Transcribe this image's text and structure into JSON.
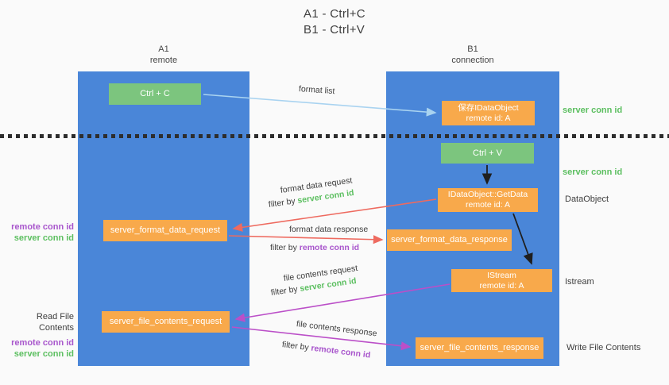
{
  "title": {
    "line1": "A1 - Ctrl+C",
    "line2": "B1 - Ctrl+V"
  },
  "columns": {
    "left": {
      "name": "A1",
      "role": "remote"
    },
    "right": {
      "name": "B1",
      "role": "connection"
    }
  },
  "nodes": {
    "ctrl_c": "Ctrl + C",
    "ctrl_v": "Ctrl + V",
    "save_dataobject": {
      "line1": "保存IDataObject",
      "line2": "remote id: A"
    },
    "getdata": {
      "line1": "IDataObject::GetData",
      "line2": "remote id: A"
    },
    "istream": {
      "line1": "IStream",
      "line2": "remote id: A"
    },
    "format_request": "server_format_data_request",
    "format_response": "server_format_data_response",
    "file_request": "server_file_contents_request",
    "file_response": "server_file_contents_response"
  },
  "arrow_labels": {
    "format_list": "format list",
    "format_data_request": "format data request",
    "format_data_request_filter": {
      "prefix": "filter by ",
      "key": "server conn id"
    },
    "format_data_response": "format data response",
    "format_data_response_filter": {
      "prefix": "filter by ",
      "key": "remote conn id"
    },
    "file_contents_request": "file contents request",
    "file_contents_request_filter": {
      "prefix": "filter by ",
      "key": "server conn id"
    },
    "file_contents_response": "file contents response",
    "file_contents_response_filter": {
      "prefix": "filter by ",
      "key": "remote conn id"
    }
  },
  "side_labels": {
    "server_conn_id_top": "server conn id",
    "server_conn_id_mid": "server conn id",
    "dataobject": "DataObject",
    "istream": "Istream",
    "write_file_contents": "Write File Contents",
    "read_file_contents": "Read File Contents",
    "format_group": {
      "remote": "remote conn id",
      "server": "server conn id"
    },
    "file_group": {
      "remote": "remote conn id",
      "server": "server conn id"
    }
  },
  "colors": {
    "column_blue": "#4a86d8",
    "node_green": "#7cc57e",
    "node_orange": "#f8a94b",
    "text_green": "#5cbf60",
    "text_purple": "#a855cc",
    "arrow_red": "#ee6a5f",
    "arrow_magenta": "#bb4fc8",
    "arrow_lightblue": "#a9d3f0",
    "arrow_black": "#1f1f1f"
  }
}
